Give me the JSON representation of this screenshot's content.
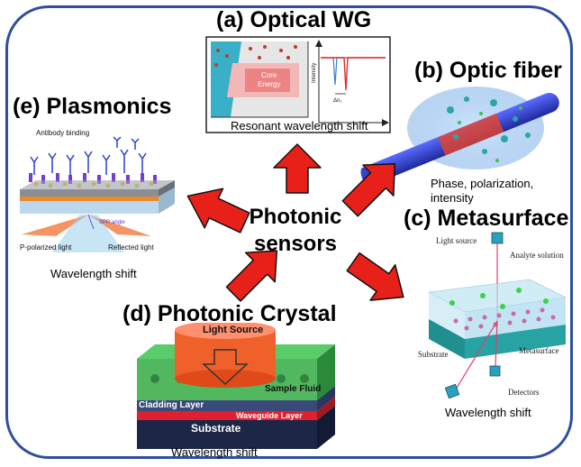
{
  "center": {
    "line1": "Photonic",
    "line2": "sensors"
  },
  "colors": {
    "frame": "#2e4f9e",
    "arrow_fill": "#e8201a",
    "arrow_stroke": "#111111"
  },
  "sections": {
    "optical_wg": {
      "title": "(a) Optical WG",
      "caption": "Resonant wavelength shift",
      "inset": {
        "core_label_1": "Core",
        "core_label_2": "Energy",
        "y_axis": "Intensity",
        "delta": "Δn₁"
      }
    },
    "optic_fiber": {
      "title": "(b) Optic fiber",
      "caption_line1": "Phase, polarization,",
      "caption_line2": "intensity"
    },
    "metasurface": {
      "title": "(c) Metasurface",
      "caption": "Wavelength shift",
      "labels": {
        "light_source": "Light source",
        "analyte": "Analyte solution",
        "substrate": "Substrate",
        "metasurface": "Metasurface",
        "detectors": "Detectors"
      }
    },
    "photonic_crystal": {
      "title": "(d) Photonic Crystal",
      "caption": "Wavelength shift",
      "labels": {
        "light_source": "Light Source",
        "sample_fluid": "Sample Fluid",
        "cladding": "Cladding Layer",
        "waveguide": "Waveguide Layer",
        "substrate": "Substrate"
      }
    },
    "plasmonics": {
      "title": "(e) Plasmonics",
      "caption": "Wavelength shift",
      "labels": {
        "antibody": "Antibody binding",
        "p_light": "P-polarized light",
        "reflected": "Reflected light",
        "spr": "SPR angle"
      }
    }
  }
}
